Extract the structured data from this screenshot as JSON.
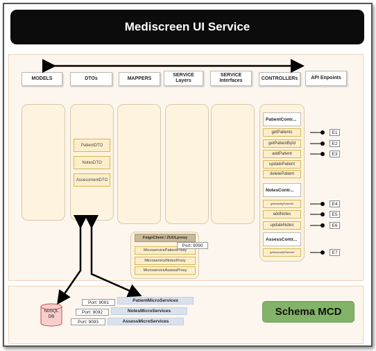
{
  "title": "Mediscreen UI Service",
  "layers": [
    "MODELS",
    "DTOs",
    "MAPPERS",
    "SERVICE Layers",
    "SERVICE Interfaces",
    "CONTROLLERs",
    "API Enpoints"
  ],
  "dtos": [
    "PatientDTO",
    "NotesDTO",
    "AssessmentDTO"
  ],
  "controllers": {
    "patient": {
      "title": "PatientContr...",
      "endpoints": [
        "getPatients",
        "getPatientById",
        "addPatient",
        "updatePatient",
        "deletePatient"
      ],
      "endpoint_labels": [
        "E1",
        "E2",
        "E3"
      ]
    },
    "notes": {
      "title": "NotesContr...",
      "endpoints": [
        "getNotesByPatientId",
        "addNotes",
        "updateNotes"
      ],
      "endpoint_labels": [
        "E4",
        "E5",
        "E6"
      ]
    },
    "assess": {
      "title": "AssessContr...",
      "endpoints": [
        "getAssessByPatientId"
      ],
      "endpoint_labels": [
        "E7"
      ]
    }
  },
  "feign": {
    "title": "FeignClient / ZUULproxy",
    "items": [
      "MicroservicePatientProxy",
      "MicroserviceNotesProxy",
      "MicroserviceAssessProxy"
    ],
    "port": "Port: 9090"
  },
  "database": {
    "label": "NoSQL DB"
  },
  "microservices": [
    {
      "port": "Port: 9091",
      "name": "PatientMicroServices"
    },
    {
      "port": "Port: 9092",
      "name": "NotesMicroServices"
    },
    {
      "port": "Port: 9093",
      "name": "AssessMicroServices"
    }
  ],
  "schema_label": "Schema MCD",
  "colors": {
    "title_bar": "#0c0c0c",
    "panel": "#fdf6ee",
    "item": "#fdeecb",
    "schema": "#82b366",
    "service": "#dae1ee",
    "db": "#f8cecc"
  }
}
